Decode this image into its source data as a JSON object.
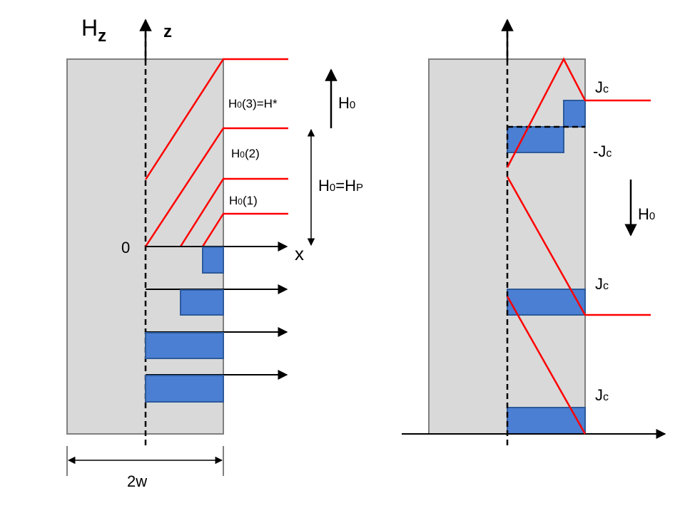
{
  "left_panel": {
    "axis_hz_main": "H",
    "axis_hz_sub": "z",
    "axis_z": "z",
    "origin": "0",
    "axis_x": "x",
    "field_labels": [
      {
        "main": "H",
        "sub": "0",
        "rest": "(3)=H*"
      },
      {
        "main": "H",
        "sub": "0",
        "rest": "(2)"
      },
      {
        "main": "H",
        "sub": "0",
        "rest": "(1)"
      }
    ],
    "h0_arrow": {
      "main": "H",
      "sub": "0"
    },
    "hp_label": {
      "main": "H",
      "sub": "0",
      "mid": "=H",
      "sub2": "P"
    },
    "width_label": "2w"
  },
  "right_panel": {
    "labels": [
      {
        "main": "J",
        "sub": "c",
        "prefix": ""
      },
      {
        "main": "J",
        "sub": "c",
        "prefix": "-"
      },
      {
        "main": "J",
        "sub": "c",
        "prefix": ""
      },
      {
        "main": "J",
        "sub": "c",
        "prefix": ""
      }
    ],
    "h0_arrow": {
      "main": "H",
      "sub": "0"
    }
  },
  "colors": {
    "slab_fill": "#d9d9d9",
    "slab_stroke": "#808080",
    "field_line": "#ff0000",
    "current_block": "#4a7fd4",
    "current_block_edge": "#2d5a9a",
    "axis": "#000000"
  }
}
